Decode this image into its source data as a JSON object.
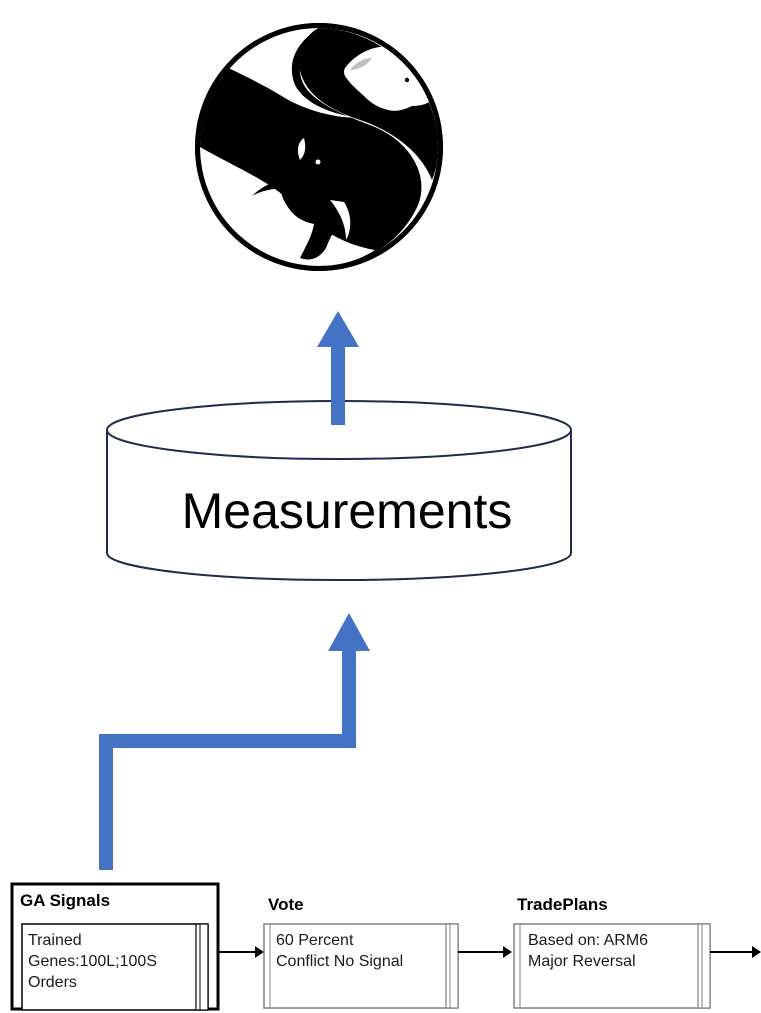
{
  "logo": {
    "icon": "bear-bull-yin-yang-icon"
  },
  "database": {
    "label": "Measurements"
  },
  "colors": {
    "arrow": "#4472c4",
    "stroke": "#1f2d4a",
    "node_border": "#808080"
  },
  "nodes": [
    {
      "title": "GA Signals",
      "lines": [
        "Trained",
        "Genes:100L;100S",
        "Orders"
      ]
    },
    {
      "title": "Vote",
      "lines": [
        "60 Percent",
        "Conflict No Signal"
      ]
    },
    {
      "title": "TradePlans",
      "lines": [
        "Based on: ARM6",
        "Major Reversal"
      ]
    }
  ]
}
